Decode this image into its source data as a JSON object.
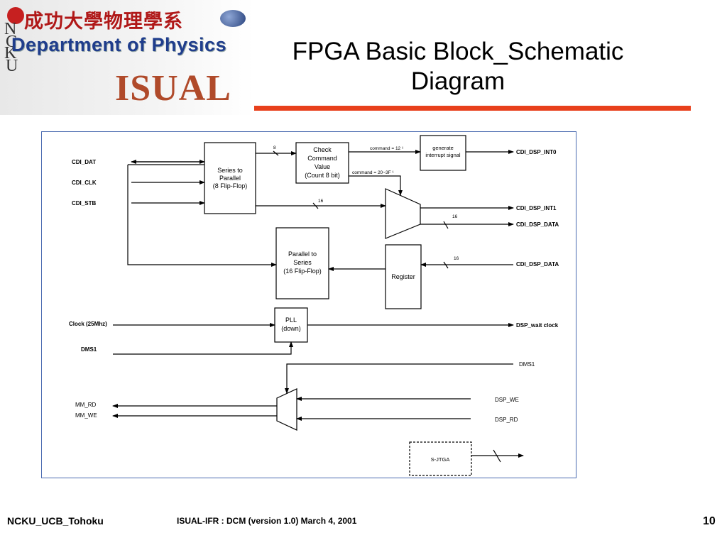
{
  "header": {
    "logo_letters": [
      "N",
      "C",
      "K",
      "U"
    ],
    "logo_chinese": "成功大學物理學系",
    "logo_department": "Department of Physics",
    "logo_brand": "ISUAL",
    "title_line1": "FPGA Basic Block_Schematic",
    "title_line2": "Diagram",
    "accent_color": "#e8401c"
  },
  "diagram": {
    "inputs": {
      "cdi_dat": "CDI_DAT",
      "cdi_clk": "CDI_CLK",
      "cdi_stb": "CDI_STB",
      "clock": "Clock  (25Mhz)",
      "dms1": "DMS1",
      "mm_rd": "MM_RD",
      "mm_we": "MM_WE"
    },
    "outputs": {
      "dsp_int0": "CDI_DSP_INT0",
      "dsp_int1": "CDI_DSP_INT1",
      "dsp_data_out": "CDI_DSP_DATA",
      "dsp_data_in": "CDI_DSP_DATA",
      "wait_clock": "DSP_wait clock",
      "dms1_right": "DMS1",
      "dsp_we": "DSP_WE",
      "dsp_rd": "DSP_RD"
    },
    "blocks": {
      "s2p_l1": "Series to",
      "s2p_l2": "Parallel",
      "s2p_l3": "(8 Flip-Flop)",
      "check_l1": "Check",
      "check_l2": "Command",
      "check_l3": "Value",
      "check_l4": "(Count 8 bit)",
      "gen_l1": "generate",
      "gen_l2": "interrupt signal",
      "p2s_l1": "Parallel to",
      "p2s_l2": "Series",
      "p2s_l3": "(16 Flip-Flop)",
      "register": "Register",
      "pll_l1": "PLL",
      "pll_l2": "(down)",
      "sjtga": "S-JTGA"
    },
    "bus_labels": {
      "bus8": "8",
      "bus16_top": "16",
      "bus16_out": "16",
      "bus16_in": "16",
      "cmd1": "command = 1\u00022 ¹",
      "cmd2": "command = 20~3F ¹"
    }
  },
  "footer": {
    "left": "NCKU_UCB_Tohoku",
    "center": "ISUAL-IFR : DCM (version 1.0)  March 4, 2001",
    "page": "10"
  }
}
